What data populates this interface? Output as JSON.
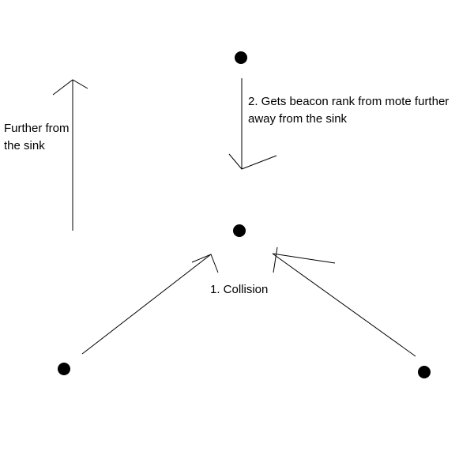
{
  "labels": {
    "further_line1": "Further from",
    "further_line2": "the sink",
    "gets_line1": "2. Gets beacon rank from mote further",
    "gets_line2": "away from the sink",
    "collision": "1. Collision"
  },
  "colors": {
    "background": "#ffffff",
    "ink": "#000000"
  }
}
